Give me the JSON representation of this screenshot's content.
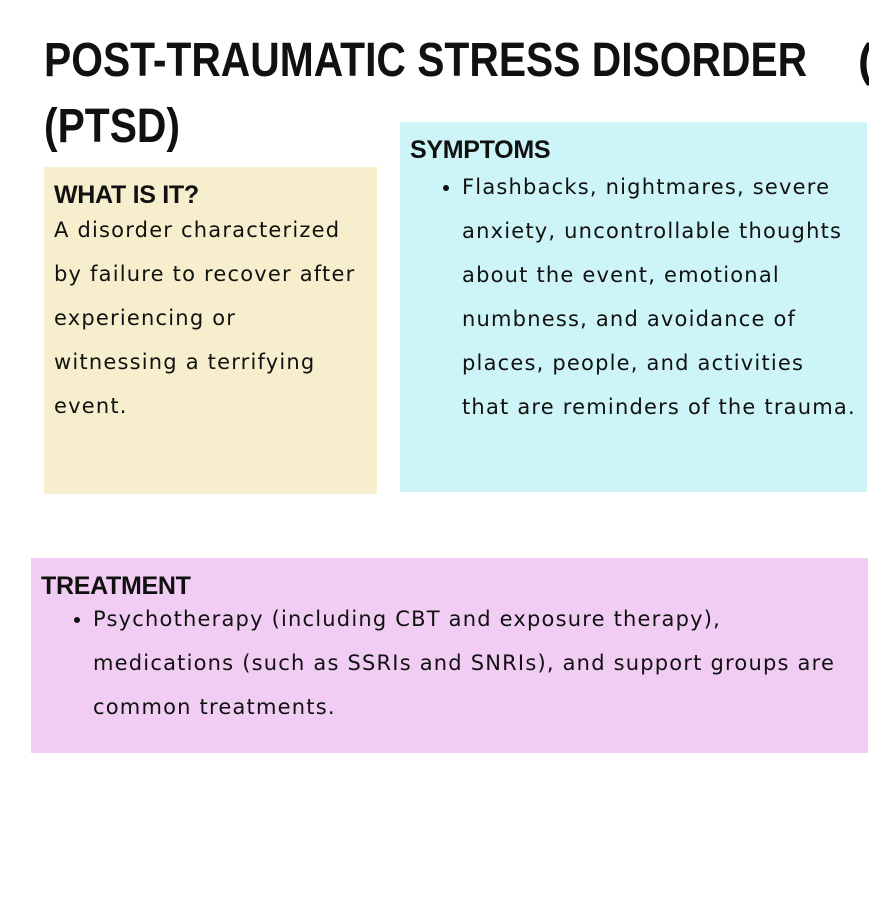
{
  "title": "POST-TRAUMATIC STRESS DISORDER (PTSD)",
  "edge_fragment": "(",
  "what_is_it": {
    "heading": "WHAT IS IT?",
    "text": "A disorder characterized by failure to recover after experiencing or witnessing a terrifying event."
  },
  "symptoms": {
    "heading": "SYMPTOMS",
    "items": [
      "Flashbacks, nightmares, severe anxiety, uncontrollable thoughts about the event, emotional numbness, and avoidance of places, people, and activities that are reminders of the trauma."
    ]
  },
  "treatment": {
    "heading": "TREATMENT",
    "items": [
      "Psychotherapy (including CBT and exposure therapy), medications (such as SSRIs and SNRIs), and support groups are common treatments."
    ]
  }
}
